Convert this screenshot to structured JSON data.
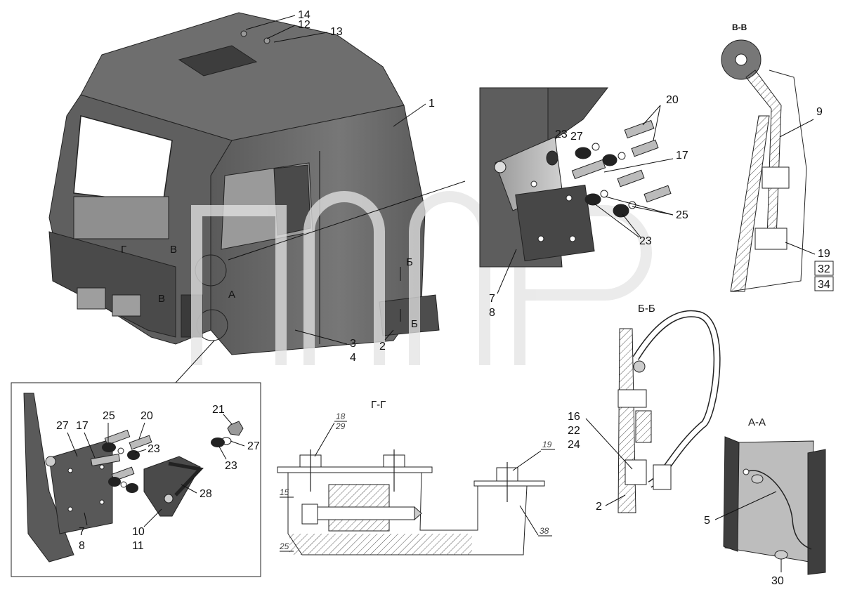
{
  "callouts": {
    "c14": "14",
    "c12": "12",
    "c13": "13",
    "c1": "1",
    "c3": "3",
    "c4": "4",
    "c2_cab": "2",
    "c20_top": "20",
    "c27_top": "27",
    "c23_top": "23",
    "c17_top": "17",
    "c25_top": "25",
    "c23_top_b": "23",
    "c7_top": "7",
    "c8_top": "8",
    "c9": "9",
    "c19_vv": "19",
    "c32": "32",
    "c34": "34",
    "c16": "16",
    "c22": "22",
    "c24": "24",
    "c2_bb": "2",
    "c5": "5",
    "c30": "30",
    "c25_in": "25",
    "c20_in": "20",
    "c27_in": "27",
    "c17_in": "17",
    "c23_in": "23",
    "c28": "28",
    "c10": "10",
    "c11": "11",
    "c7_in": "7",
    "c8_in": "8",
    "c21": "21",
    "c27_in_b": "27",
    "c23_in_b": "23",
    "g18": "18",
    "g29": "29",
    "g19": "19",
    "g15": "15",
    "g25": "25",
    "g38": "38"
  },
  "sections": {
    "vv": "В-В",
    "bb": "Б-Б",
    "gg": "Г-Г",
    "aa": "А-А",
    "mark_g": "Г",
    "mark_v1": "В",
    "mark_v2": "В",
    "mark_a": "А",
    "mark_b1": "Б",
    "mark_b2": "Б"
  },
  "colors": {
    "cab_body": "#6b6b6b",
    "cab_dark": "#3f3f3f",
    "cab_light": "#8a8a8a",
    "part_light": "#bdbdbd",
    "watermark": "#e6e6e6",
    "hatch": "#555555"
  }
}
